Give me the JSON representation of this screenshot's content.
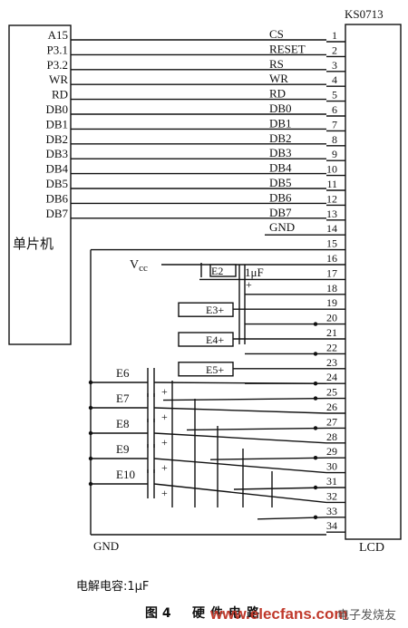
{
  "mcu": {
    "label": "单片机",
    "pins": [
      "A15",
      "P3.1",
      "P3.2",
      "WR",
      "RD",
      "DB0",
      "DB1",
      "DB2",
      "DB3",
      "DB4",
      "DB5",
      "DB6",
      "DB7"
    ]
  },
  "lcd": {
    "title": "KS0713",
    "footer": "LCD",
    "pin_names": [
      "CS",
      "RESET",
      "RS",
      "WR",
      "RD",
      "DB0",
      "DB1",
      "DB2",
      "DB3",
      "DB4",
      "DB5",
      "DB6",
      "DB7",
      "GND"
    ],
    "pin_numbers": [
      "1",
      "2",
      "3",
      "4",
      "5",
      "6",
      "7",
      "8",
      "9",
      "10",
      "11",
      "12",
      "13",
      "14",
      "15",
      "16",
      "17",
      "18",
      "19",
      "20",
      "21",
      "22",
      "23",
      "24",
      "25",
      "26",
      "27",
      "28",
      "29",
      "30",
      "31",
      "32",
      "33",
      "34"
    ]
  },
  "labels": {
    "vcc": "V",
    "vcc_sub": "cc",
    "gnd": "GND",
    "cap_value": "1μF",
    "plus": "+"
  },
  "capacitors": [
    "E2",
    "E3",
    "E4",
    "E5",
    "E6",
    "E7",
    "E8",
    "E9",
    "E10"
  ],
  "note": "电解电容:1μF",
  "caption": {
    "number": "图 4",
    "title": "硬件电路"
  },
  "watermark": {
    "url": "www.elecfans.com",
    "brand": "电子发烧友"
  }
}
